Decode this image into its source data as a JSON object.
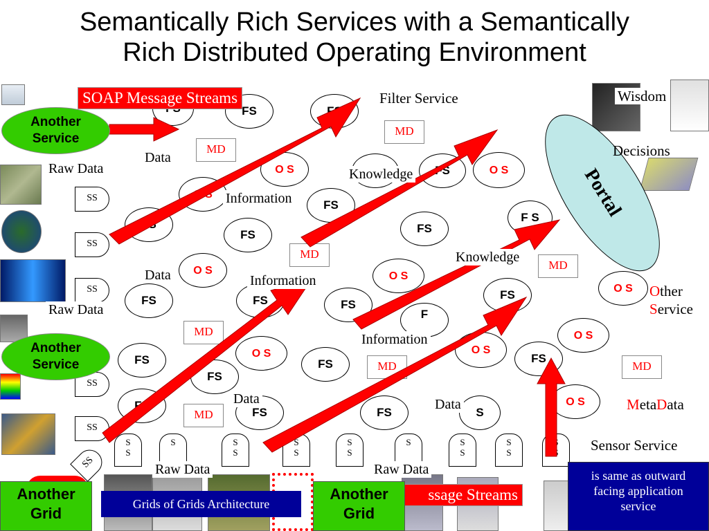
{
  "title_line1": "Semantically Rich Services with a Semantically",
  "title_line2": "Rich Distributed Operating Environment",
  "soap_top": "SOAP Message Streams",
  "soap_bottom": "ssage Streams",
  "filter_service": "Filter Service",
  "wisdom": "Wisdom",
  "decisions": "Decisions",
  "portal": "Portal",
  "another_service": "Another Service",
  "another_grid": "Another Grid",
  "grids_of_grids": "Grids of Grids Architecture",
  "blue_note": "is same as outward facing application service",
  "labels": {
    "data": "Data",
    "raw_data": "Raw Data",
    "information": "Information",
    "knowledge": "Knowledge"
  },
  "node_text": {
    "fs": "FS",
    "md": "MD",
    "ss": "SS",
    "os": "O S",
    "s": "S",
    "f": "F",
    "fs_split": "F S"
  },
  "legend": {
    "other_o": "O",
    "other_ther": "ther",
    "other_s": "S",
    "other_ervice": "ervice",
    "meta_m": "M",
    "meta_eta": "eta",
    "meta_d": "D",
    "meta_ata": "ata",
    "sensor_service": "Sensor Service"
  },
  "colors": {
    "arrow": "#ff0000",
    "service_green": "#33cc00",
    "portal": "#bfe8e8",
    "note_blue": "#000099"
  }
}
